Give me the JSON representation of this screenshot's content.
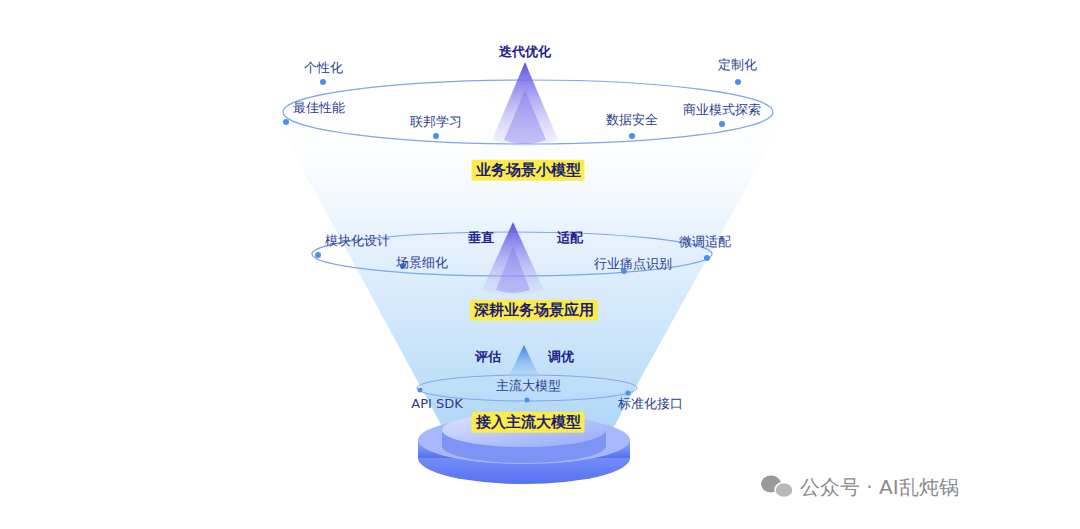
{
  "diagram": {
    "nodes": [
      {
        "text": [
          "业务场景小模型"
        ]
      },
      {
        "text": [
          "深耕业务场景应用"
        ]
      },
      {
        "text": [
          "接入主流大模型"
        ]
      }
    ],
    "labels": [
      "迭代优化",
      "个性化",
      "定制化",
      "最佳性能",
      "联邦学习",
      "数据安全",
      "商业模式探索",
      "垂直",
      "适配",
      "模块化设计",
      "微调适配",
      "场景细化",
      "行业痛点识别",
      "评估",
      "调优",
      "主流大模型",
      "API SDK",
      "标准化接口",
      "公众号 · AI乱炖锅"
    ]
  }
}
